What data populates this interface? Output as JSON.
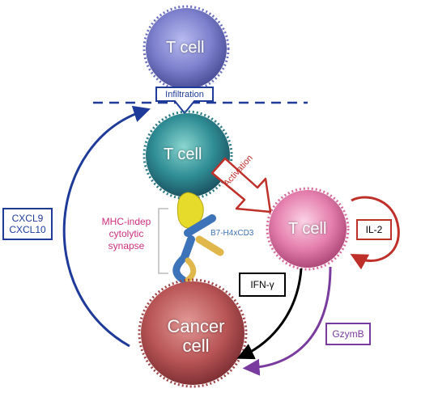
{
  "top_cell": {
    "label": "T cell",
    "color": "#7d80cc"
  },
  "infiltration": {
    "label": "Infiltration",
    "color": "#1f3b9a"
  },
  "middle_cell": {
    "label": "T cell",
    "color": "#2f8d95"
  },
  "activation": {
    "label": "Activation",
    "color": "#c0302a"
  },
  "right_cell": {
    "label": "T cell",
    "color": "#e57fae"
  },
  "cancer_cell": {
    "label_line1": "Cancer",
    "label_line2": "cell",
    "color": "#b95556"
  },
  "chemokines": {
    "line1": "CXCL9",
    "line2": "CXCL10",
    "color": "#1f3b9a"
  },
  "synapse": {
    "line1": "MHC-indep",
    "line2": "cytolytic",
    "line3": "synapse",
    "color": "#cc2f7e"
  },
  "bispecific": {
    "label": "B7-H4xCD3",
    "color": "#3d73b8"
  },
  "il2": {
    "label": "IL-2",
    "color": "#c0302a"
  },
  "ifng": {
    "label": "IFN-γ",
    "color": "#000000"
  },
  "gzymb": {
    "label": "GzymB",
    "color": "#7a3b9e"
  }
}
